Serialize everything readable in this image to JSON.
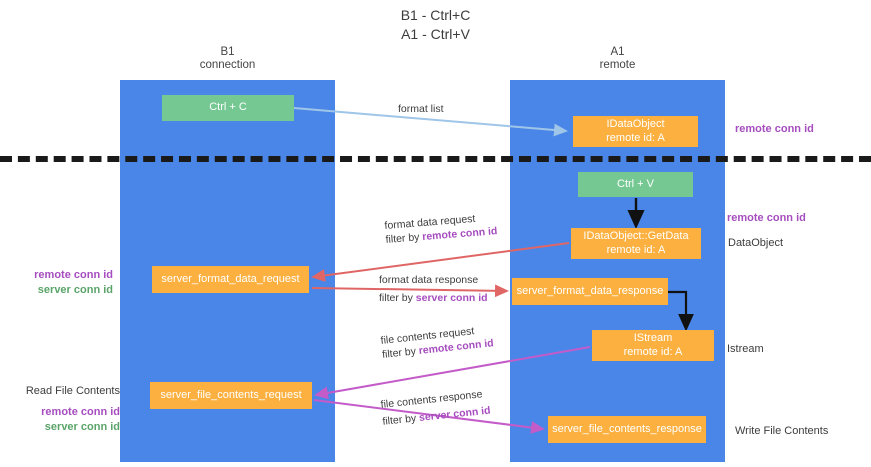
{
  "title": {
    "line1": "B1 - Ctrl+C",
    "line2": "A1 - Ctrl+V"
  },
  "lanes": [
    {
      "id": "b1",
      "name": "B1",
      "subtitle": "connection",
      "color": "#4a86e8"
    },
    {
      "id": "a1",
      "name": "A1",
      "subtitle": "remote",
      "color": "#4a86e8"
    }
  ],
  "nodes": {
    "ctrl_c": {
      "label": "Ctrl + C",
      "color": "#76c893"
    },
    "idataobject": {
      "line1": "IDataObject",
      "line2": "remote id: A",
      "color": "#fbb040"
    },
    "ctrl_v": {
      "label": "Ctrl + V",
      "color": "#76c893"
    },
    "getdata": {
      "line1": "IDataObject::GetData",
      "line2": "remote id: A",
      "color": "#fbb040"
    },
    "server_format_data_request": {
      "label": "server_format_data_request",
      "color": "#fbb040"
    },
    "server_format_data_response": {
      "label": "server_format_data_response",
      "color": "#fbb040"
    },
    "istream": {
      "line1": "IStream",
      "line2": "remote id: A",
      "color": "#fbb040"
    },
    "server_file_contents_request": {
      "label": "server_file_contents_request",
      "color": "#fbb040"
    },
    "server_file_contents_response": {
      "label": "server_file_contents_response",
      "color": "#fbb040"
    }
  },
  "edges": {
    "format_list": {
      "label": "format list"
    },
    "format_data_request": {
      "label": "format data request",
      "filter_prefix": "filter by ",
      "filter_key": "remote conn id"
    },
    "format_data_response": {
      "label": "format data response",
      "filter_prefix": "filter by ",
      "filter_key": "server conn id"
    },
    "file_contents_request": {
      "label": "file contents request",
      "filter_prefix": "filter by ",
      "filter_key": "remote conn id"
    },
    "file_contents_response": {
      "label": "file contents response",
      "filter_prefix": "filter by ",
      "filter_key": "server conn id"
    }
  },
  "annotations": {
    "right_remote_conn_id_top": "remote conn id",
    "right_remote_conn_id_mid": "remote conn id",
    "right_dataobject": "DataObject",
    "right_istream": "Istream",
    "right_write_file_contents": "Write File Contents",
    "left_mid_remote": "remote conn id",
    "left_mid_server": "server conn id",
    "left_bot_read": "Read File Contents",
    "left_bot_remote": "remote conn id",
    "left_bot_server": "server conn id"
  },
  "colors": {
    "lane": "#4a86e8",
    "green_node": "#76c893",
    "orange_node": "#fbb040",
    "purple_text": "#a64dbf",
    "green_text": "#5aa469",
    "arrow_blue": "#9fc5e8",
    "arrow_red": "#e06666",
    "arrow_magenta": "#c35bc9",
    "arrow_black": "#000000",
    "divider": "#1a1a1a"
  }
}
